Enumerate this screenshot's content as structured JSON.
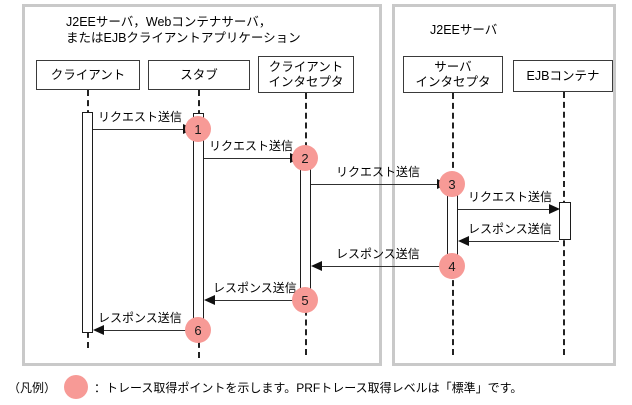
{
  "diagram": {
    "frames": [
      {
        "id": "client-side",
        "title": "J2EEサーバ，Webコンテナサーバ，\nまたはEJBクライアントアプリケーション"
      },
      {
        "id": "server-side",
        "title": "J2EEサーバ"
      }
    ],
    "participants": [
      {
        "id": "client",
        "label": "クライアント"
      },
      {
        "id": "stub",
        "label": "スタブ"
      },
      {
        "id": "cinterceptor",
        "label": "クライアント\nインタセプタ"
      },
      {
        "id": "sinterceptor",
        "label": "サーバ\nインタセプタ"
      },
      {
        "id": "ejb",
        "label": "EJBコンテナ"
      }
    ],
    "messages": [
      {
        "id": "m1",
        "from": "client",
        "to": "stub",
        "label": "リクエスト送信",
        "direction": "right"
      },
      {
        "id": "m2",
        "from": "stub",
        "to": "cinterceptor",
        "label": "リクエスト送信",
        "direction": "right"
      },
      {
        "id": "m3",
        "from": "cinterceptor",
        "to": "sinterceptor",
        "label": "リクエスト送信",
        "direction": "right"
      },
      {
        "id": "m4",
        "from": "sinterceptor",
        "to": "ejb",
        "label": "リクエスト送信",
        "direction": "right"
      },
      {
        "id": "m5",
        "from": "ejb",
        "to": "sinterceptor",
        "label": "レスポンス送信",
        "direction": "left"
      },
      {
        "id": "m6",
        "from": "sinterceptor",
        "to": "cinterceptor",
        "label": "レスポンス送信",
        "direction": "left"
      },
      {
        "id": "m7",
        "from": "cinterceptor",
        "to": "stub",
        "label": "レスポンス送信",
        "direction": "left"
      },
      {
        "id": "m8",
        "from": "stub",
        "to": "client",
        "label": "レスポンス送信",
        "direction": "left"
      }
    ],
    "trace_points": [
      {
        "number": "1",
        "on": "stub"
      },
      {
        "number": "2",
        "on": "cinterceptor"
      },
      {
        "number": "3",
        "on": "sinterceptor"
      },
      {
        "number": "4",
        "on": "sinterceptor"
      },
      {
        "number": "5",
        "on": "cinterceptor"
      },
      {
        "number": "6",
        "on": "stub"
      }
    ],
    "legend": {
      "prefix": "（凡例）",
      "marker_name": "trace-point-marker",
      "text": "：トレース取得ポイントを示します。PRFトレース取得レベルは「標準」です。"
    },
    "colors": {
      "trace_point": "#f79a96",
      "frame_border": "#c9c9c9",
      "line": "#303030"
    }
  }
}
